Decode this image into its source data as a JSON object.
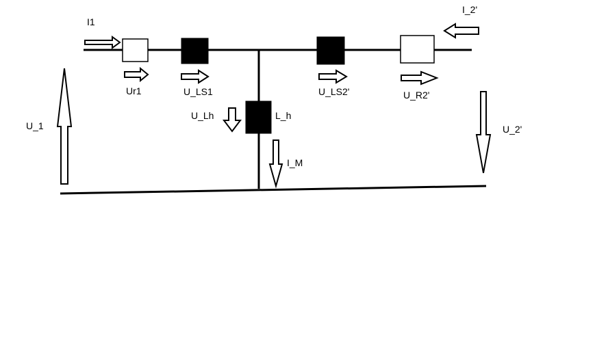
{
  "labels": {
    "i1": "I1",
    "ur1": "Ur1",
    "u_ls1": "U_LS1",
    "u_ls2": "U_LS2'",
    "u_r2": "U_R2'",
    "i_2": "I_2'",
    "u_1": "U_1",
    "u_lh": "U_Lh",
    "l_h": "L_h",
    "i_m": "I_M",
    "u_2": "U_2'"
  },
  "colors": {
    "line": "#000000",
    "background": "#ffffff"
  }
}
